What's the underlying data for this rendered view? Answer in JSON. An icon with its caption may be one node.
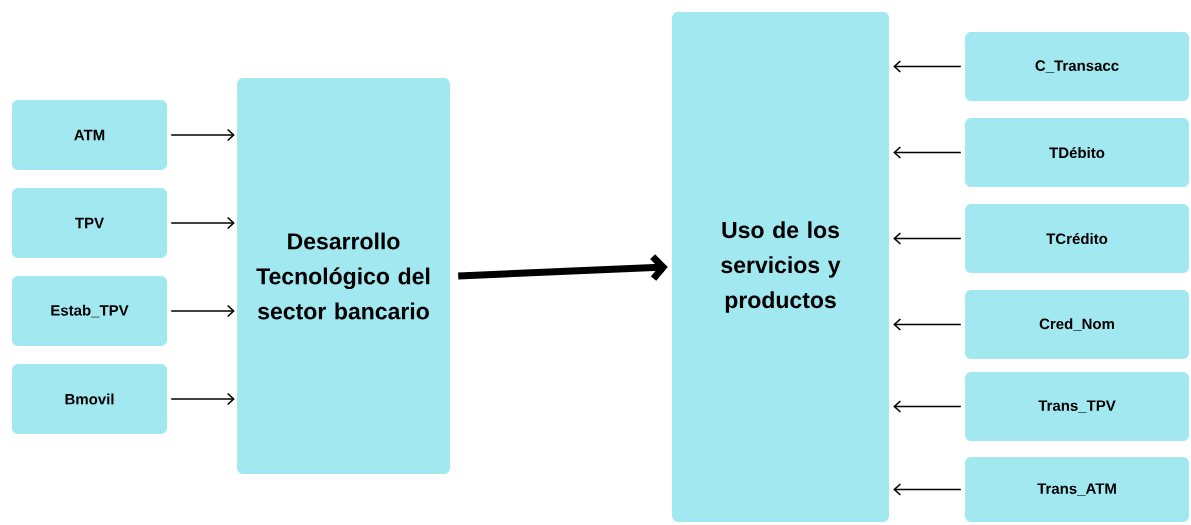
{
  "diagram": {
    "nodes": [
      {
        "text": [
          "ATM"
        ]
      },
      {
        "text": [
          "TPV"
        ]
      },
      {
        "text": [
          "Estab_TPV"
        ]
      },
      {
        "text": [
          "Bmovil"
        ]
      },
      {
        "text": [
          "Desarrollo Tecnológico del sector bancario"
        ]
      },
      {
        "text": [
          "Uso de los servicios y productos"
        ]
      },
      {
        "text": [
          "C_Transacc"
        ]
      },
      {
        "text": [
          "TDébito"
        ]
      },
      {
        "text": [
          "TCrédito"
        ]
      },
      {
        "text": [
          "Cred_Nom"
        ]
      },
      {
        "text": [
          "Trans_TPV"
        ]
      },
      {
        "text": [
          "Trans_ATM"
        ]
      }
    ],
    "edges": [
      {
        "from": 0,
        "to": 4,
        "arrow": "to"
      },
      {
        "from": 1,
        "to": 4,
        "arrow": "to"
      },
      {
        "from": 2,
        "to": 4,
        "arrow": "to"
      },
      {
        "from": 3,
        "to": 4,
        "arrow": "to"
      },
      {
        "from": 4,
        "to": 5,
        "arrow": "to",
        "style": "thick"
      },
      {
        "from": 6,
        "to": 5,
        "arrow": "to"
      },
      {
        "from": 7,
        "to": 5,
        "arrow": "to"
      },
      {
        "from": 8,
        "to": 5,
        "arrow": "to"
      },
      {
        "from": 9,
        "to": 5,
        "arrow": "to"
      },
      {
        "from": 10,
        "to": 5,
        "arrow": "to"
      },
      {
        "from": 11,
        "to": 5,
        "arrow": "to"
      }
    ]
  }
}
